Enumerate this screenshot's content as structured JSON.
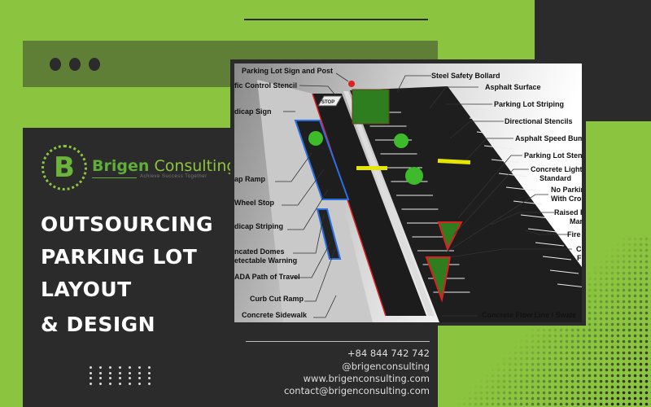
{
  "brand": {
    "name_part1": "Brigen",
    "name_part2": "Consulting",
    "tagline": "Achieve Success Together",
    "logo_letter": "B",
    "colors": {
      "green": "#8bc53f",
      "dark": "#2b2b2b",
      "olive": "#5f7f36",
      "logo_green": "#5fae3a"
    }
  },
  "headline": [
    "OUTSOURCING",
    "PARKING LOT",
    "LAYOUT",
    "& DESIGN"
  ],
  "contact": {
    "phone": "+84 844 742 742",
    "social": "@brigenconsulting",
    "website": "www.brigenconsulting.com",
    "email": "contact@brigenconsulting.com"
  },
  "diagram": {
    "labels_left": [
      "Parking Lot Sign and Post",
      "fic Control Stencil",
      "dicap Sign",
      "ap Ramp",
      "Wheel Stop",
      "dicap Striping",
      "ncated Domes",
      "etectable Warning",
      "ADA Path of Travel",
      "Curb Cut Ramp",
      "Concrete Sidewalk"
    ],
    "labels_right": [
      "Steel Safety Bollard",
      "Asphalt Surface",
      "Parking Lot Striping",
      "Directional Stencils",
      "Asphalt Speed Bump",
      "Parking Lot Stenc",
      "Concrete Light",
      "Standard",
      "No Parkin",
      "With Cros",
      "Raised P",
      "Mar",
      "Fire",
      "C",
      "F",
      "Concrete Flow Line / Swale"
    ],
    "stop_stencil": "STOP"
  }
}
